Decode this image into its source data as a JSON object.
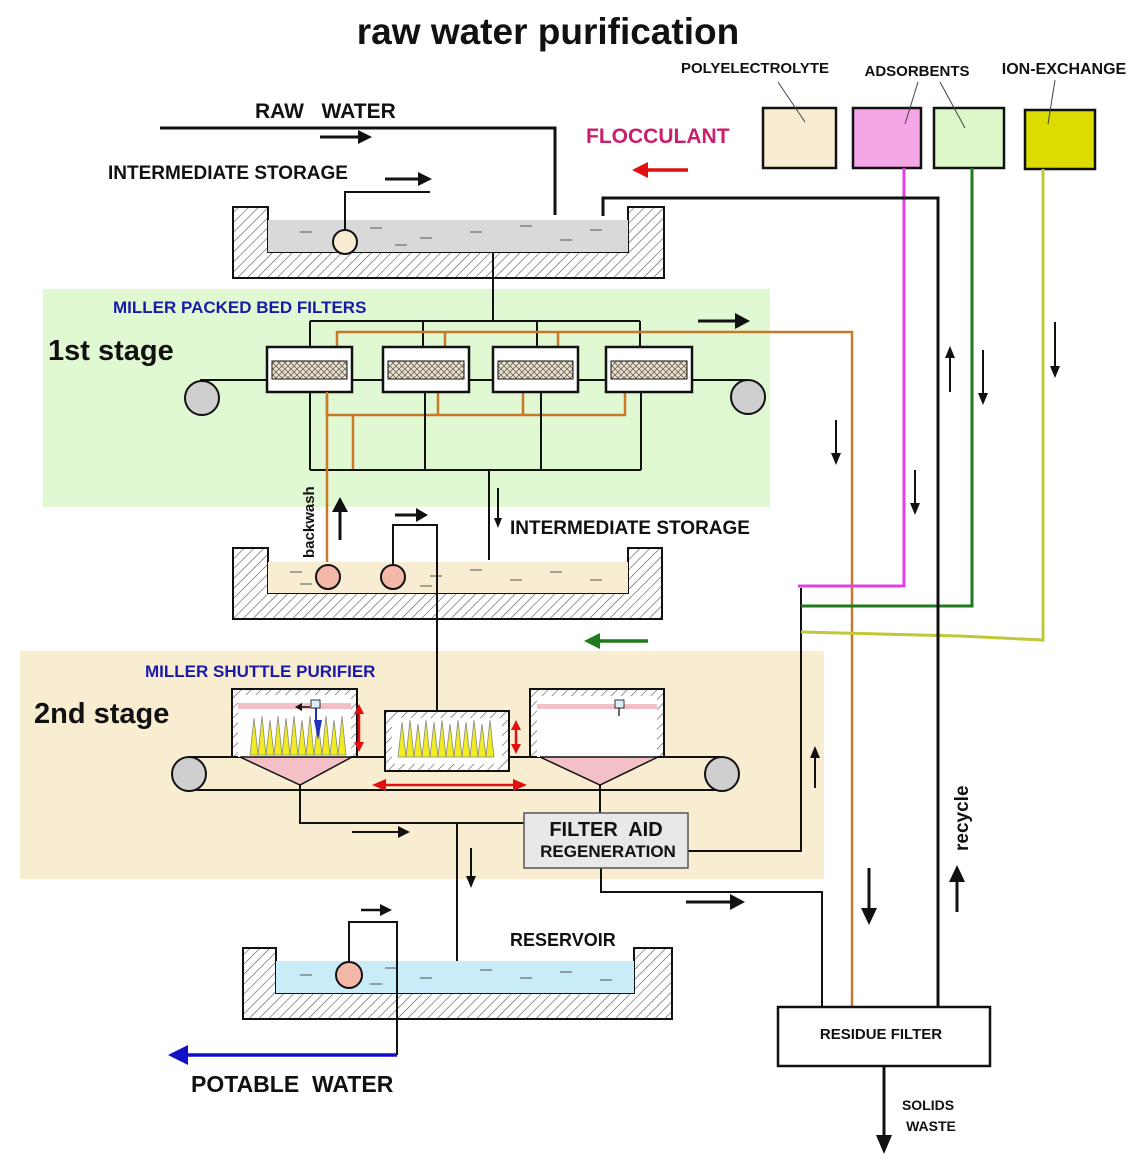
{
  "title": "raw water purification",
  "inputs": {
    "raw_water": "RAW   WATER",
    "flocculant": "FLOCCULANT",
    "polyelectrolyte": "POLYELECTROLYTE",
    "adsorbents": "ADSORBENTS",
    "ion_exchange": "ION-EXCHANGE"
  },
  "storage": {
    "intermediate_top": "INTERMEDIATE STORAGE",
    "intermediate_mid": "INTERMEDIATE STORAGE",
    "reservoir": "RESERVOIR"
  },
  "stage1": {
    "label": "1st stage",
    "title": "MILLER PACKED BED FILTERS",
    "backwash": "backwash"
  },
  "stage2": {
    "label": "2nd stage",
    "title": "MILLER SHUTTLE PURIFIER",
    "filter_aid_line1": "FILTER  AID",
    "filter_aid_line2": "REGENERATION"
  },
  "outputs": {
    "potable_water": "POTABLE  WATER",
    "residue_filter": "RESIDUE FILTER",
    "solids_line1": "SOLIDS",
    "solids_line2": "WASTE",
    "recycle": "recycle"
  },
  "colors": {
    "stage1_bg": "#e1f9d2",
    "stage2_bg": "#f8edd0",
    "flocculant": "#c8206a",
    "section_title": "#1a1aa8",
    "polyelectrolyte_tank": "#f8ecd2",
    "adsorbents_tank_1": "#f4a6e6",
    "adsorbents_tank_2": "#dcf8c8",
    "ion_exchange_tank": "#dcdc00",
    "orange_line": "#c8782a",
    "magenta_line": "#e040e0",
    "green_line": "#1f7a1f",
    "yellow_line": "#c0c838",
    "red_arrow": "#e01010",
    "blue_arrow": "#1010c8",
    "water_blue": "#c8ecf8"
  }
}
